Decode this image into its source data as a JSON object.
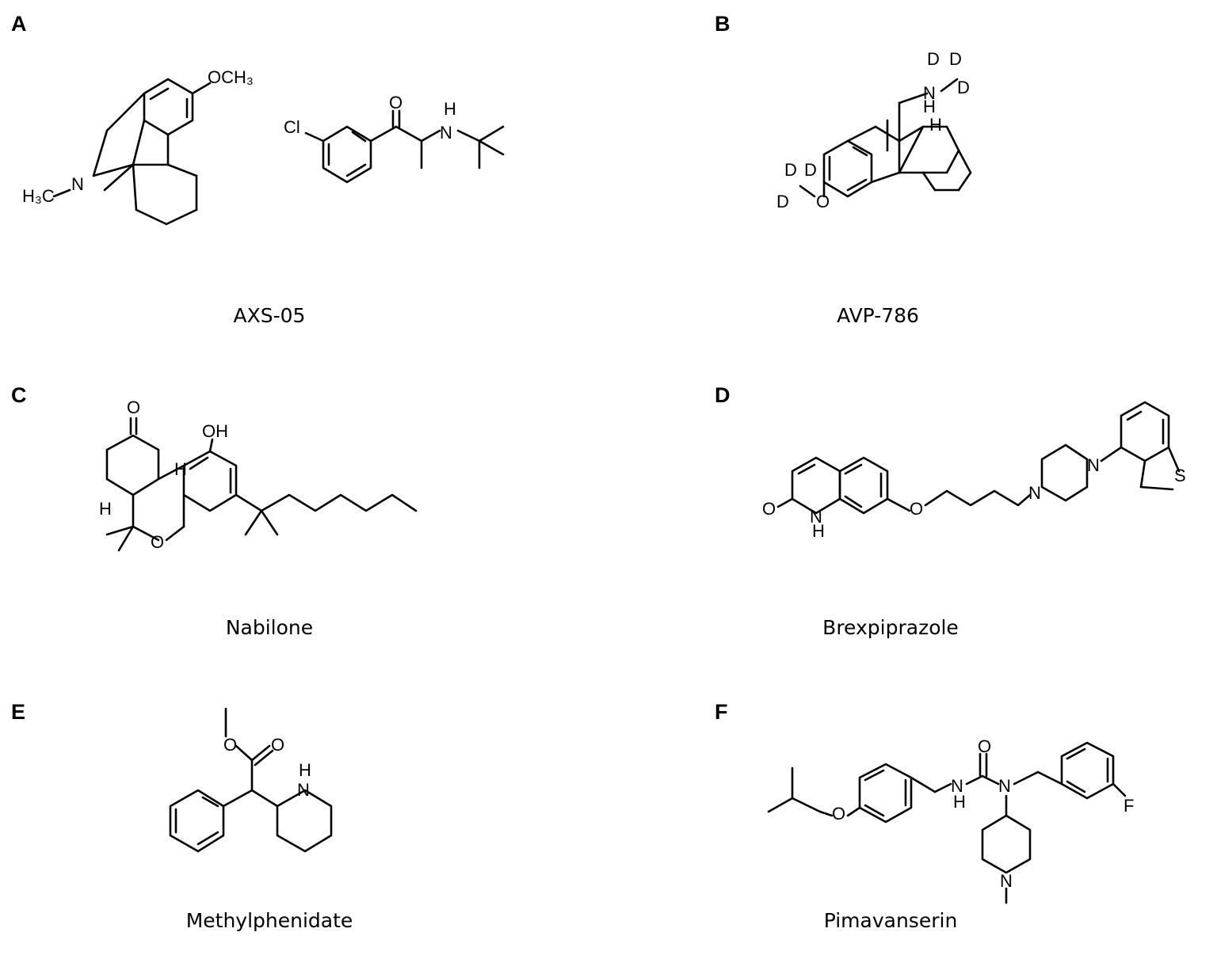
{
  "panels": [
    {
      "letter": "A",
      "caption": "AXS-05"
    },
    {
      "letter": "B",
      "caption": "AVP-786"
    },
    {
      "letter": "C",
      "caption": "Nabilone"
    },
    {
      "letter": "D",
      "caption": "Brexpiprazole"
    },
    {
      "letter": "E",
      "caption": "Methylphenidate"
    },
    {
      "letter": "F",
      "caption": "Pimavanserin"
    }
  ],
  "atoms": {
    "a": {
      "och3": "OCH₃",
      "h3c": "H₃C",
      "n": "N",
      "cl": "Cl",
      "o": "O",
      "h": "H",
      "n2": "N"
    },
    "b": {
      "n": "N",
      "h1": "H",
      "h2": "H",
      "d1": "D",
      "d2": "D",
      "d3": "D",
      "d4": "D",
      "d5": "D",
      "d6": "D",
      "o": "O"
    },
    "c": {
      "o": "O",
      "oh": "OH",
      "h1": "H",
      "h2": "H",
      "o2": "O"
    },
    "d": {
      "o": "O",
      "n": "N",
      "h": "H",
      "o2": "O",
      "n2": "N",
      "n3": "N",
      "s": "S"
    },
    "e": {
      "o1": "O",
      "o2": "O",
      "n": "N",
      "h": "H"
    },
    "f": {
      "o": "O",
      "n1": "N",
      "h": "H",
      "o2": "O",
      "n2": "N",
      "n3": "N",
      "f": "F"
    }
  }
}
